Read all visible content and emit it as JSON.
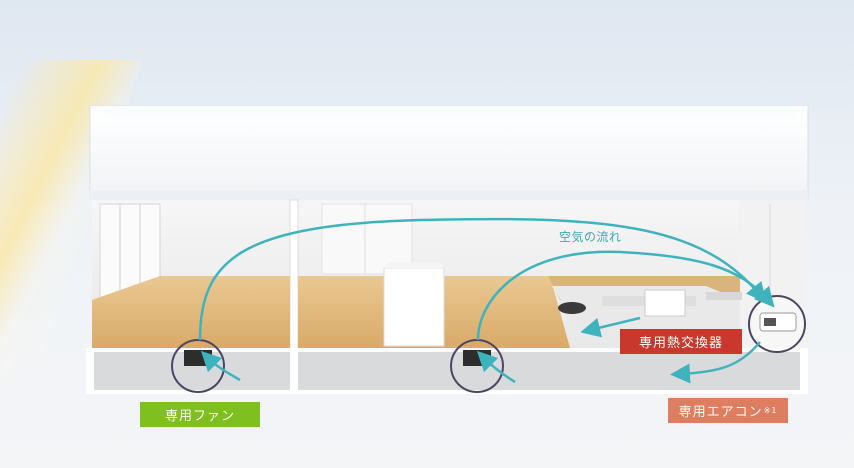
{
  "labels": {
    "airflow": "空気の流れ",
    "heat_exchanger": "専用熱交換器",
    "fan": "専用ファン",
    "air_conditioner": "専用エアコン",
    "air_conditioner_note": "※1"
  },
  "colors": {
    "airflow_arrow": "#3fb3bd",
    "fan_label": "#7fbf1f",
    "heat_exchanger_label": "#c8382c",
    "air_conditioner_label": "#df7d61",
    "floor_wood": "#e3bf84"
  }
}
